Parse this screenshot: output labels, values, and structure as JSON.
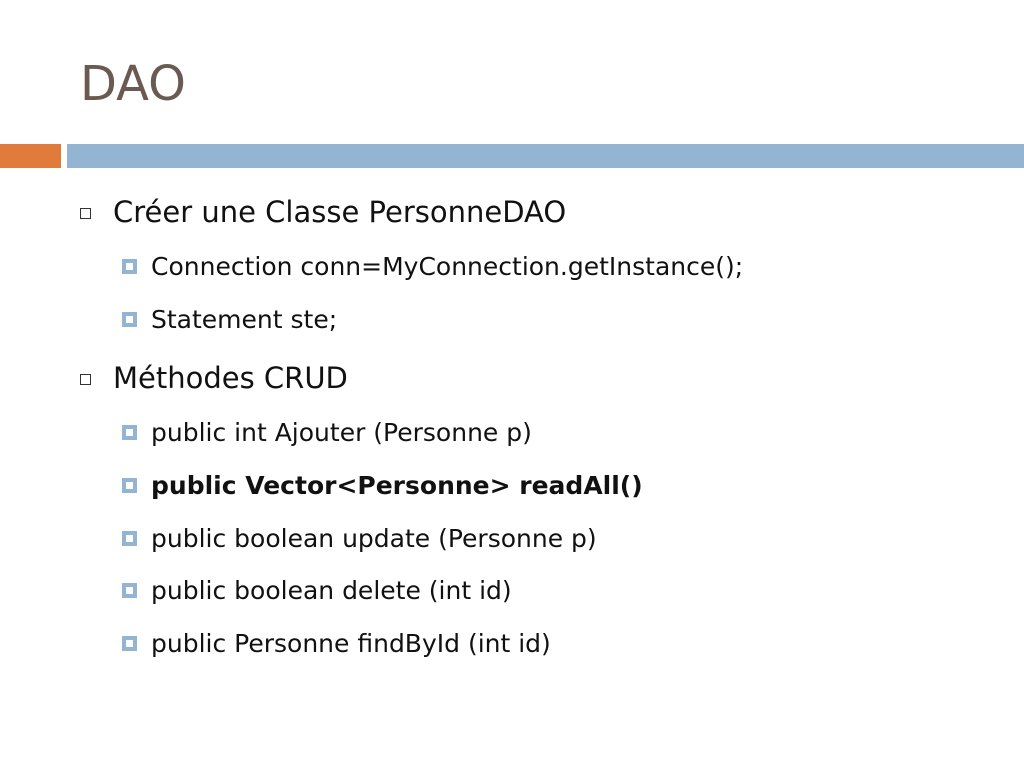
{
  "slide": {
    "title": "DAO",
    "colors": {
      "title": "#6b5a52",
      "accent_bar": "#e07b3c",
      "main_bar": "#93b4d3",
      "sub_bullet": "#93b4d3"
    },
    "items": [
      {
        "text": "Créer une Classe PersonneDAO"
      },
      {
        "text": "Connection conn=MyConnection.getInstance();"
      },
      {
        "text": "Statement ste;"
      },
      {
        "text": "Méthodes CRUD"
      },
      {
        "text": "public int Ajouter (Personne p)"
      },
      {
        "text": "public Vector<Personne> readAll()"
      },
      {
        "text": "public boolean update (Personne p)"
      },
      {
        "text": "public boolean delete (int id)"
      },
      {
        "text": "public Personne findById (int id)"
      }
    ]
  }
}
